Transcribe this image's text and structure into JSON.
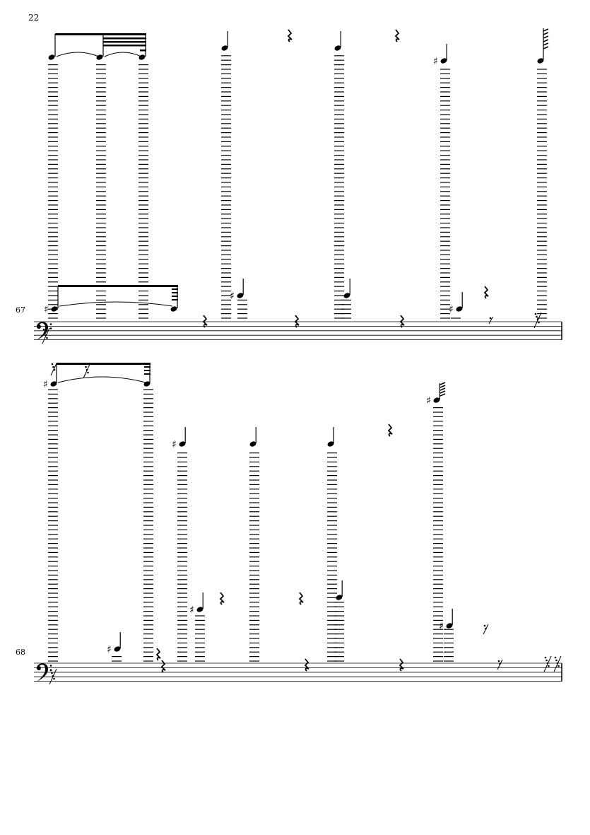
{
  "page_number": "22",
  "systems": [
    {
      "measure_number": "67",
      "clef": "bass"
    },
    {
      "measure_number": "68",
      "clef": "bass"
    }
  ],
  "colors": {
    "ink": "#000000",
    "paper": "#ffffff"
  }
}
